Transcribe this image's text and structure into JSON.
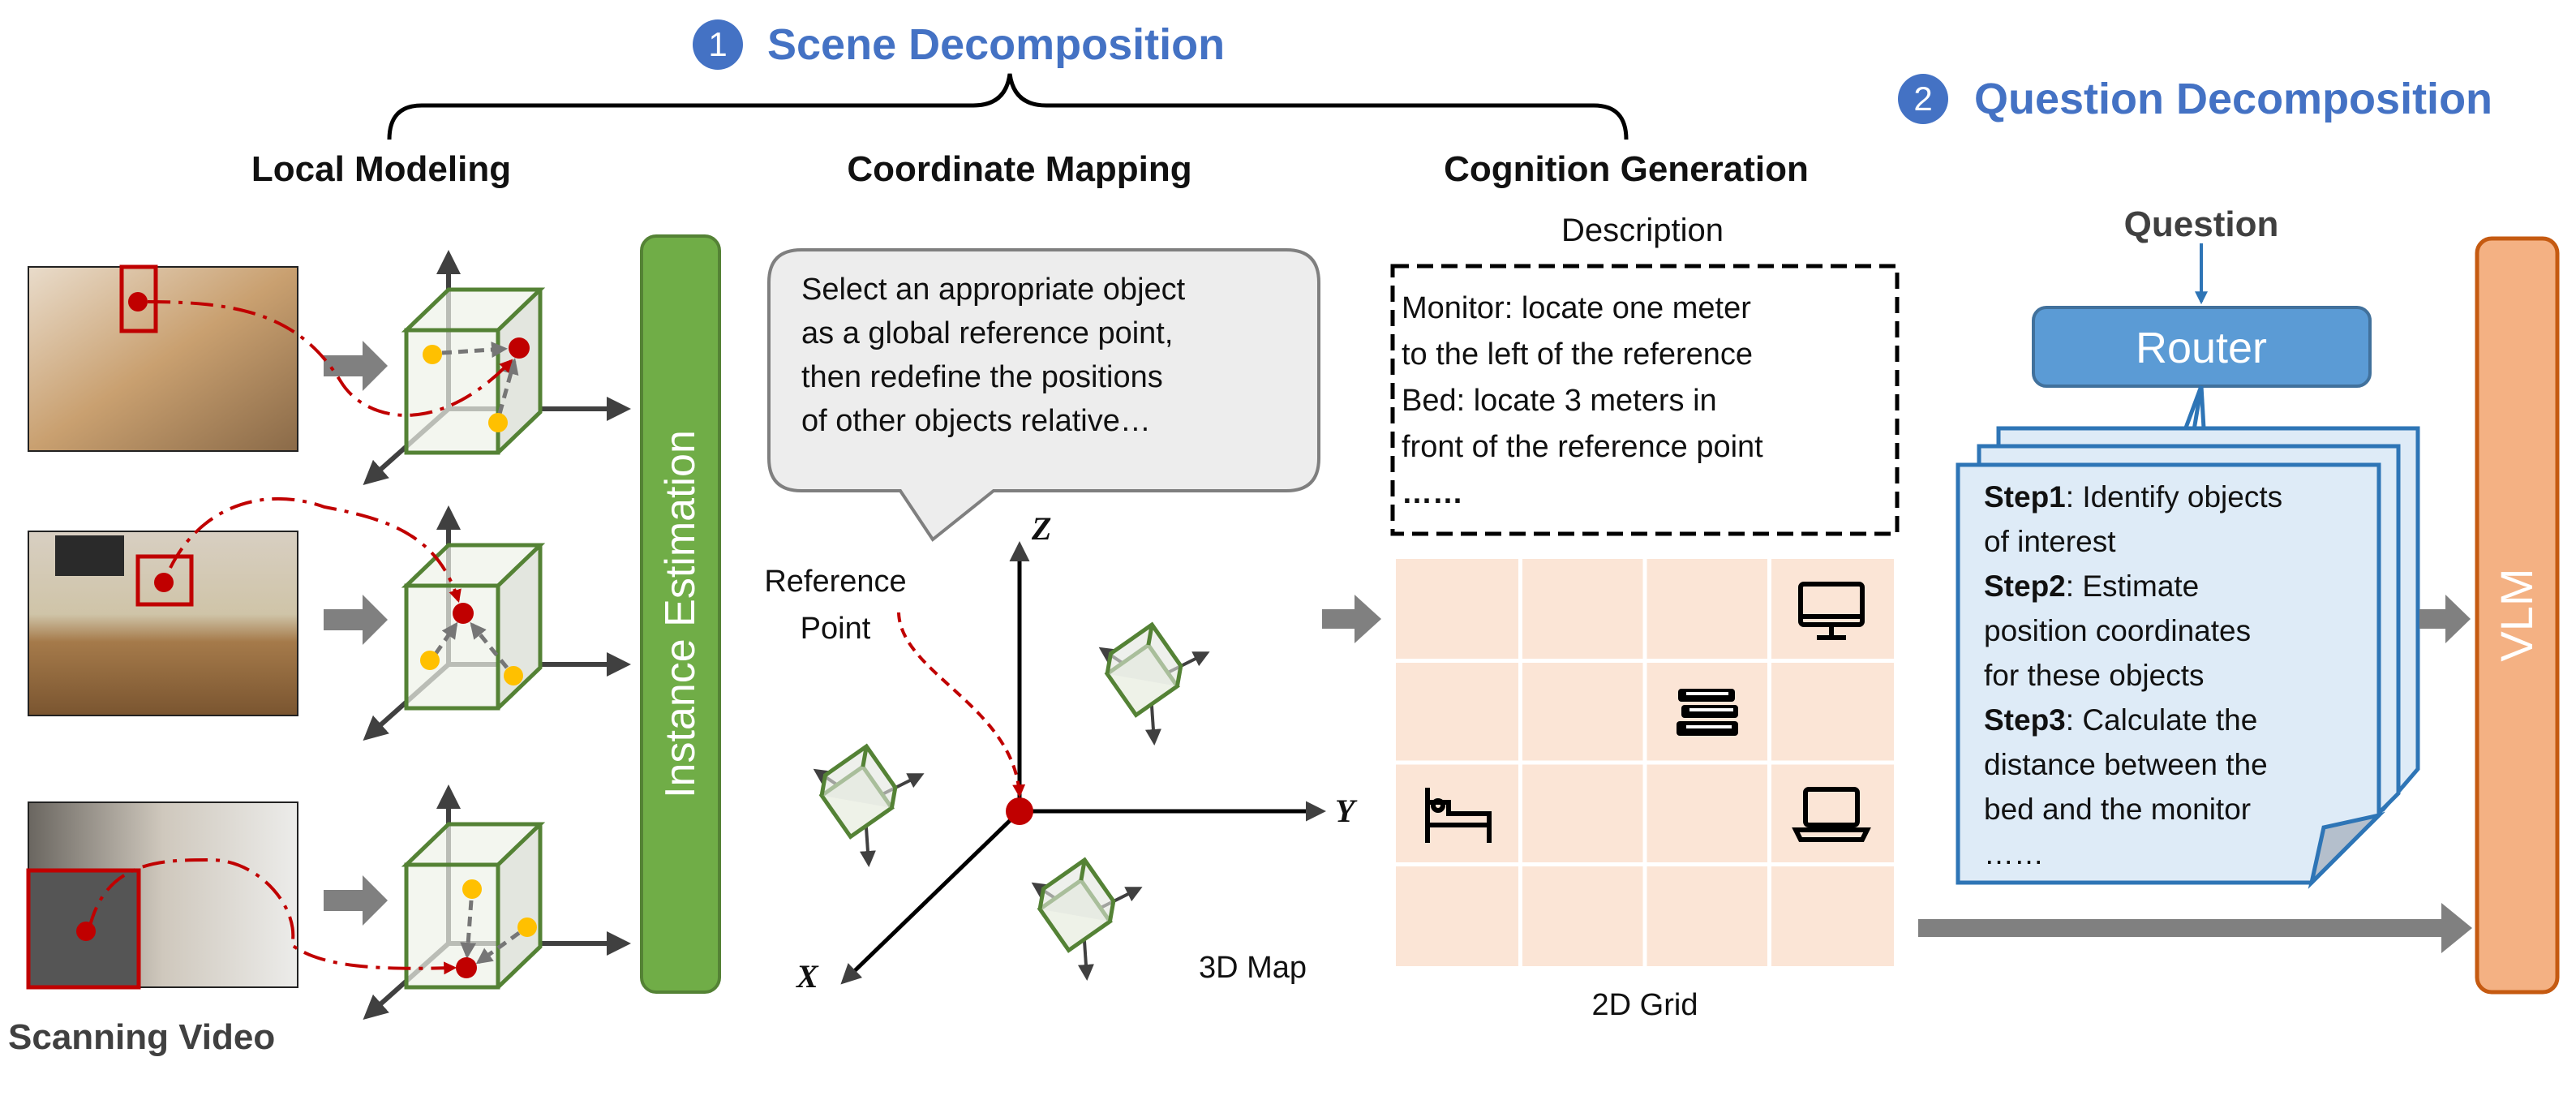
{
  "scene": {
    "number": "1",
    "title": "Scene Decomposition"
  },
  "question_decomp": {
    "number": "2",
    "title": "Question Decomposition"
  },
  "headers": {
    "local": "Local Modeling",
    "coord": "Coordinate Mapping",
    "cognition": "Cognition Generation"
  },
  "scanning_video": "Scanning Video",
  "instance_estimation": "Instance Estimation",
  "bubble_lines": [
    "Select an appropriate object",
    "as a global reference point,",
    "then redefine the positions",
    "of other objects relative…"
  ],
  "reference_point": [
    "Reference",
    "Point"
  ],
  "axes": {
    "x": "X",
    "y": "Y",
    "z": "Z"
  },
  "map_label": "3D Map",
  "description": {
    "label": "Description",
    "lines": [
      "Monitor: locate one meter",
      "to the left of the reference",
      "Bed: locate 3 meters in",
      "front of the reference point",
      "……"
    ]
  },
  "grid_label": "2D Grid",
  "grid_icons": [
    "monitor-icon",
    "books-icon",
    "bed-icon",
    "laptop-icon"
  ],
  "question_label": "Question",
  "router_label": "Router",
  "steps": [
    {
      "bold": "Step1",
      "lines": [
        ": Identify objects",
        "of interest"
      ]
    },
    {
      "bold": "Step2",
      "lines": [
        ": Estimate",
        "position coordinates",
        "for these objects"
      ]
    },
    {
      "bold": "Step3",
      "lines": [
        ": Calculate the",
        "distance between the",
        "bed and the monitor"
      ]
    }
  ],
  "steps_ellipsis": "……",
  "vlm_label": "VLM",
  "colors": {
    "accent_blue": "#4472c4",
    "green": "#70ad47",
    "red": "#c00000",
    "orange": "#f4b183",
    "router": "#5b9bd5",
    "grid": "#fbe5d6"
  }
}
